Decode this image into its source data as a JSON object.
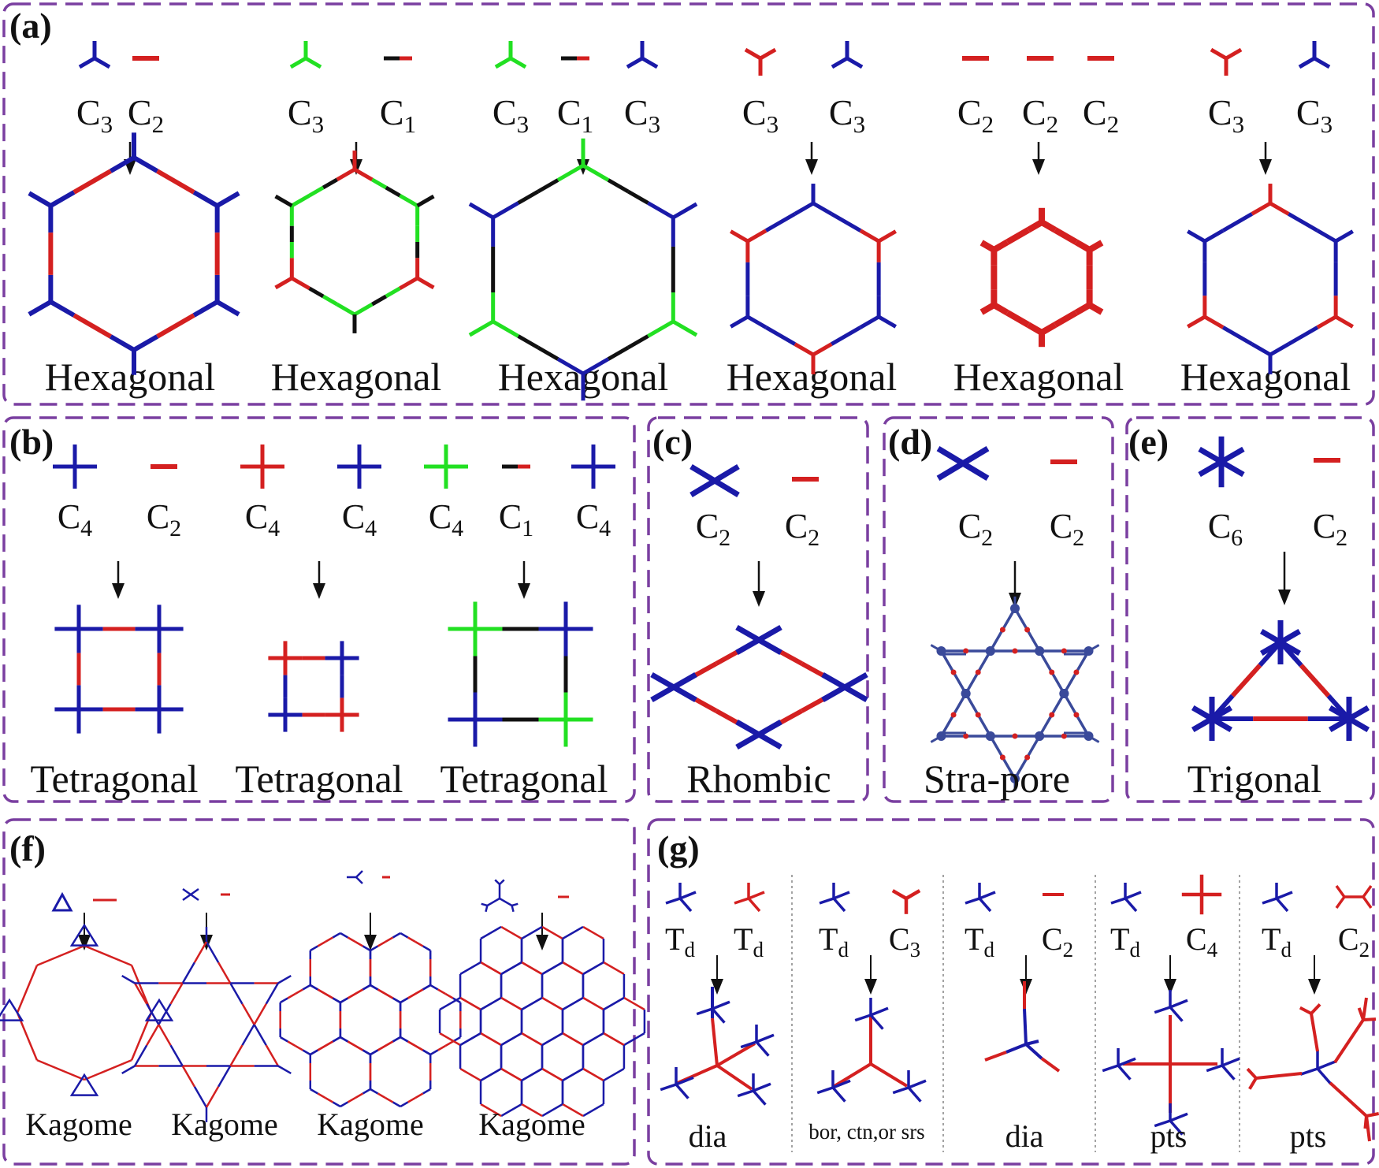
{
  "colors": {
    "blue": "#1a1aa8",
    "red": "#d42020",
    "green": "#22e022",
    "black": "#111111",
    "frame": "#7a3fa0"
  },
  "panels": {
    "a": {
      "label": "(a)",
      "units": [
        {
          "monomers": [
            {
              "sym": "C",
              "sub": "3",
              "shape": "c3",
              "color": "blue"
            },
            {
              "sym": "C",
              "sub": "2",
              "shape": "c2",
              "color": "red"
            }
          ],
          "result": "Hexagonal"
        },
        {
          "monomers": [
            {
              "sym": "C",
              "sub": "3",
              "shape": "c3",
              "color": "green"
            },
            {
              "sym": "C",
              "sub": "1",
              "shape": "c1",
              "color": "black"
            }
          ],
          "result": "Hexagonal"
        },
        {
          "monomers": [
            {
              "sym": "C",
              "sub": "3",
              "shape": "c3",
              "color": "green"
            },
            {
              "sym": "C",
              "sub": "1",
              "shape": "c1",
              "color": "black"
            },
            {
              "sym": "C",
              "sub": "3",
              "shape": "c3",
              "color": "blue"
            }
          ],
          "result": "Hexagonal"
        },
        {
          "monomers": [
            {
              "sym": "C",
              "sub": "3",
              "shape": "c3y",
              "color": "red"
            },
            {
              "sym": "C",
              "sub": "3",
              "shape": "c3",
              "color": "blue"
            }
          ],
          "result": "Hexagonal"
        },
        {
          "monomers": [
            {
              "sym": "C",
              "sub": "2",
              "shape": "c2",
              "color": "red"
            },
            {
              "sym": "C",
              "sub": "2",
              "shape": "c2",
              "color": "red"
            },
            {
              "sym": "C",
              "sub": "2",
              "shape": "c2",
              "color": "red"
            }
          ],
          "result": "Hexagonal"
        },
        {
          "monomers": [
            {
              "sym": "C",
              "sub": "3",
              "shape": "c3y",
              "color": "red"
            },
            {
              "sym": "C",
              "sub": "3",
              "shape": "c3",
              "color": "blue"
            }
          ],
          "result": "Hexagonal"
        }
      ]
    },
    "b": {
      "label": "(b)",
      "units": [
        {
          "monomers": [
            {
              "sym": "C",
              "sub": "4",
              "shape": "c4",
              "color": "blue"
            },
            {
              "sym": "C",
              "sub": "2",
              "shape": "c2",
              "color": "red"
            }
          ],
          "result": "Tetragonal"
        },
        {
          "monomers": [
            {
              "sym": "C",
              "sub": "4",
              "shape": "c4",
              "color": "red"
            },
            {
              "sym": "C",
              "sub": "4",
              "shape": "c4",
              "color": "blue"
            }
          ],
          "result": "Tetragonal"
        },
        {
          "monomers": [
            {
              "sym": "C",
              "sub": "4",
              "shape": "c4",
              "color": "green"
            },
            {
              "sym": "C",
              "sub": "1",
              "shape": "c1",
              "color": "black"
            },
            {
              "sym": "C",
              "sub": "4",
              "shape": "c4",
              "color": "blue"
            }
          ],
          "result": "Tetragonal"
        }
      ]
    },
    "c": {
      "label": "(c)",
      "monomers": [
        {
          "sym": "C",
          "sub": "2",
          "shape": "x",
          "color": "blue"
        },
        {
          "sym": "C",
          "sub": "2",
          "shape": "c2",
          "color": "red"
        }
      ],
      "result": "Rhombic"
    },
    "d": {
      "label": "(d)",
      "monomers": [
        {
          "sym": "C",
          "sub": "2",
          "shape": "x",
          "color": "blue"
        },
        {
          "sym": "C",
          "sub": "2",
          "shape": "c2",
          "color": "red"
        }
      ],
      "result": "Stra-pore"
    },
    "e": {
      "label": "(e)",
      "monomers": [
        {
          "sym": "C",
          "sub": "6",
          "shape": "c6",
          "color": "blue"
        },
        {
          "sym": "C",
          "sub": "2",
          "shape": "c2",
          "color": "red"
        }
      ],
      "result": "Trigonal"
    },
    "f": {
      "label": "(f)",
      "results": [
        "Kagome",
        "Kagome",
        "Kagome",
        "Kagome"
      ]
    },
    "g": {
      "label": "(g)",
      "units": [
        {
          "monomers": [
            {
              "sym": "T",
              "sub": "d"
            },
            {
              "sym": "T",
              "sub": "d"
            }
          ],
          "result": "dia"
        },
        {
          "monomers": [
            {
              "sym": "T",
              "sub": "d"
            },
            {
              "sym": "C",
              "sub": "3"
            }
          ],
          "result": "bor, ctn,or srs"
        },
        {
          "monomers": [
            {
              "sym": "T",
              "sub": "d"
            },
            {
              "sym": "C",
              "sub": "2"
            }
          ],
          "result": "dia"
        },
        {
          "monomers": [
            {
              "sym": "T",
              "sub": "d"
            },
            {
              "sym": "C",
              "sub": "4"
            }
          ],
          "result": "pts"
        },
        {
          "monomers": [
            {
              "sym": "T",
              "sub": "d"
            },
            {
              "sym": "C",
              "sub": "2"
            }
          ],
          "result": "pts"
        }
      ]
    }
  }
}
